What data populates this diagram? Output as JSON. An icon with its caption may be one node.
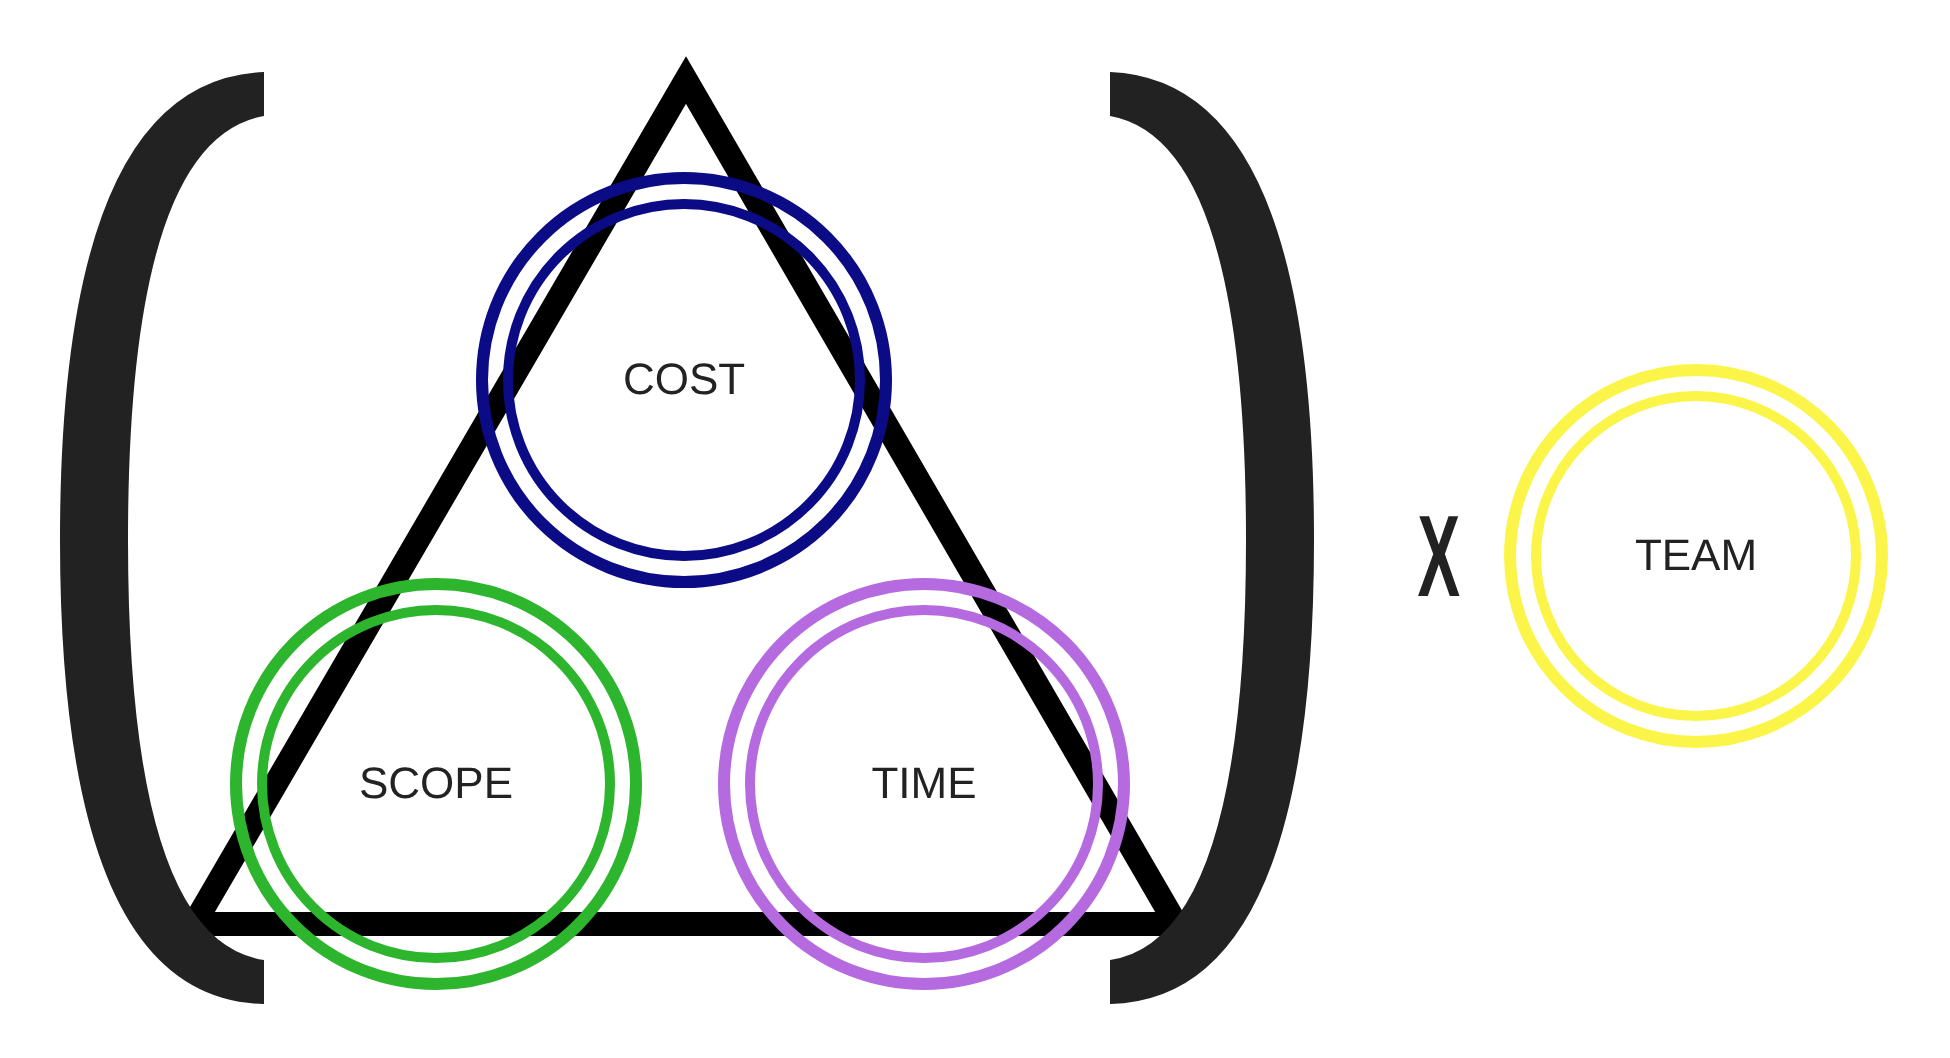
{
  "diagram": {
    "nodes": [
      {
        "text": [
          "COST"
        ]
      },
      {
        "text": [
          "SCOPE"
        ]
      },
      {
        "text": [
          "TIME"
        ]
      },
      {
        "text": [
          "TEAM"
        ]
      }
    ],
    "labels": [
      "X"
    ]
  }
}
